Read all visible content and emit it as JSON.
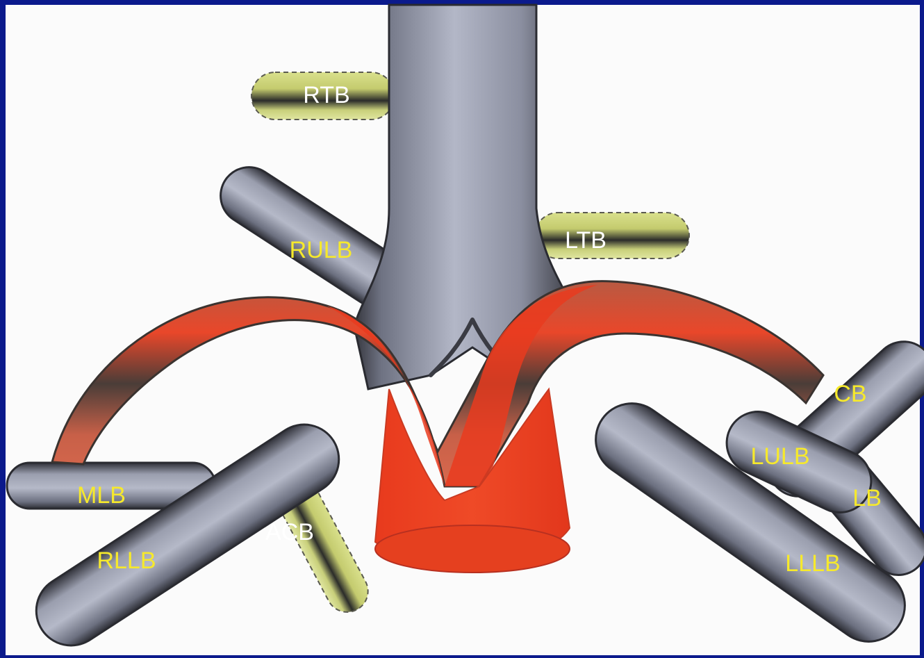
{
  "colors": {
    "border": "#0b1a8c",
    "panel": "#fbfbfb",
    "airway": "#8f93a3",
    "airway_light": "#b8bccb",
    "airway_dark": "#2f3038",
    "vessel": "#e43a20",
    "vessel_dark": "#3a3330",
    "highlight_branch": "#c8cf7a",
    "label_yellow": "#f6e92c",
    "label_white": "#ffffff"
  },
  "labels": {
    "rtb": "RTB",
    "ltb": "LTB",
    "rulb": "RULB",
    "mlb": "MLB",
    "rllb": "RLLB",
    "acb": "ACB",
    "cb": "CB",
    "lulb": "LULB",
    "lb": "LB",
    "lllb": "LLLB"
  }
}
